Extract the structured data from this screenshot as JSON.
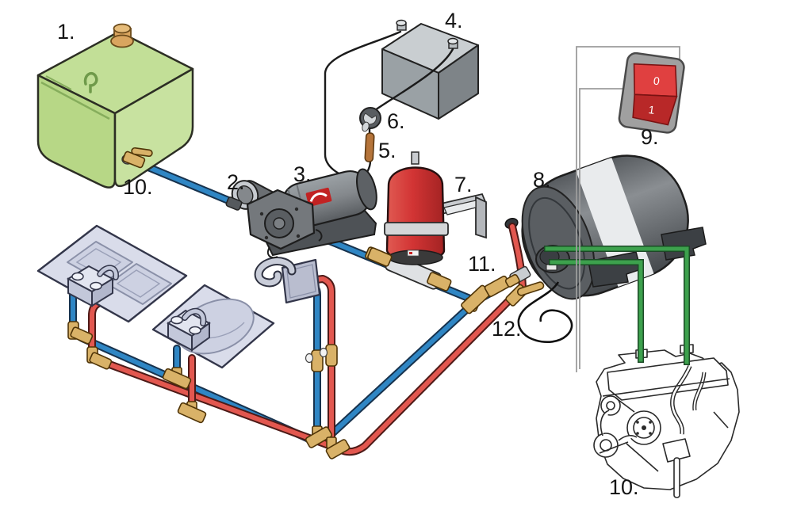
{
  "labels": {
    "water_tank": "1.",
    "strainer": "2.",
    "pump": "3.",
    "battery": "4.",
    "fuse": "5.",
    "connector": "6.",
    "accumulator": "7.",
    "water_heater": "8.",
    "power_switch": "9.",
    "tank_valve": "10.",
    "engine": "10.",
    "check_valve": "11.",
    "drain_valve": "12."
  },
  "switch": {
    "off_marking": "0",
    "on_marking": "1"
  },
  "colors": {
    "pipe_cold": "#2f86c4",
    "pipe_hot": "#e2574f",
    "pipe_coolant": "#3da14d",
    "tank_green": "#bedc93",
    "accumulator_red": "#d23434",
    "brass": "#d9b268",
    "switch_red": "#d83838",
    "fixture_gray": "#d9dcea"
  }
}
